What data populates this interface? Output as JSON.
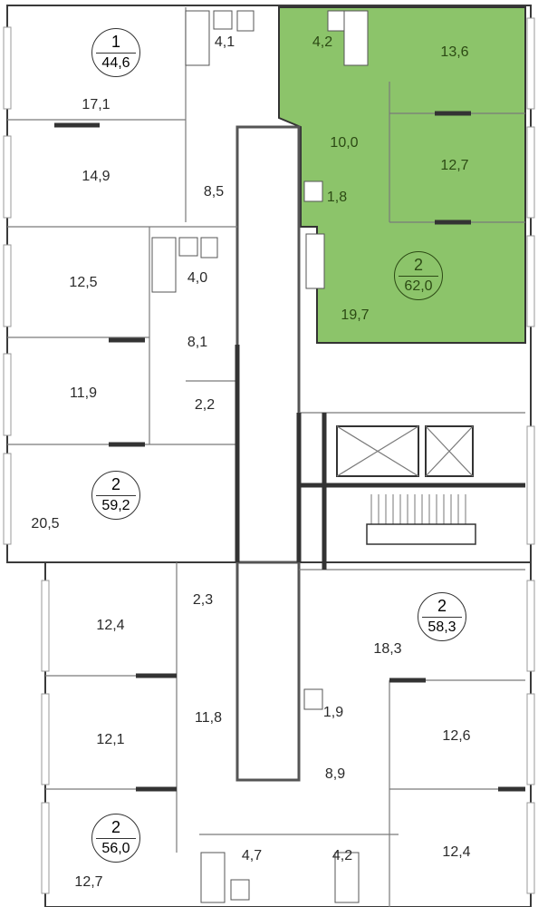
{
  "highlight_color": "#8cc46a",
  "apartments": [
    {
      "id": "apt-1",
      "rooms": "1",
      "area": "44,6"
    },
    {
      "id": "apt-2-highlighted",
      "rooms": "2",
      "area": "62,0"
    },
    {
      "id": "apt-2-left",
      "rooms": "2",
      "area": "59,2"
    },
    {
      "id": "apt-2-right",
      "rooms": "2",
      "area": "58,3"
    },
    {
      "id": "apt-2-bottom",
      "rooms": "2",
      "area": "56,0"
    }
  ],
  "rooms": [
    "4,1",
    "17,1",
    "14,9",
    "8,5",
    "4,2",
    "13,6",
    "10,0",
    "12,7",
    "1,8",
    "19,7",
    "12,5",
    "4,0",
    "8,1",
    "11,9",
    "2,2",
    "20,5",
    "12,4",
    "2,3",
    "11,8",
    "12,1",
    "4,7",
    "12,7",
    "18,3",
    "1,9",
    "12,6",
    "8,9",
    "4,2",
    "12,4"
  ]
}
